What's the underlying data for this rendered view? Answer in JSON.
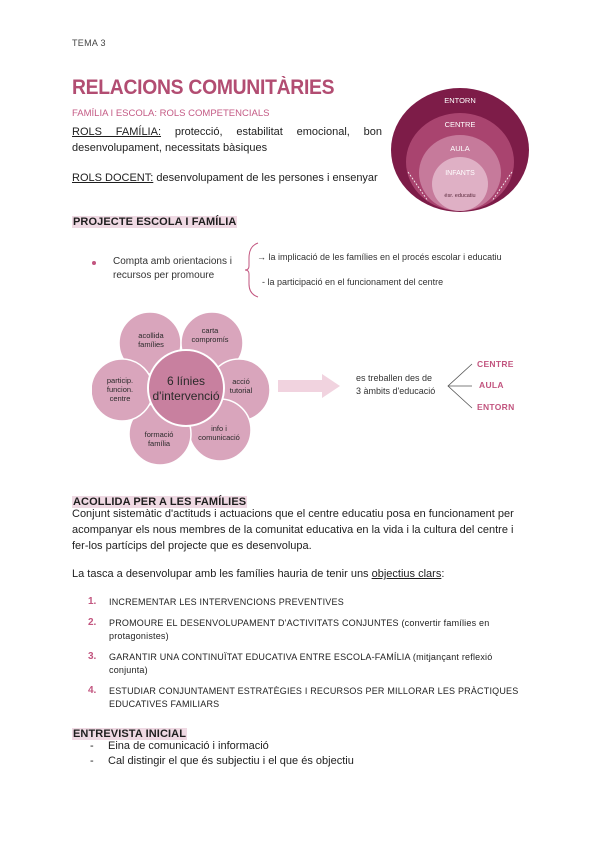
{
  "header": {
    "tema": "TEMA 3"
  },
  "title": "RELACIONS COMUNITÀRIES",
  "subtitle": "FAMÍLIA I ESCOLA: ROLS COMPETENCIALS",
  "rols_familia": {
    "label": "ROLS FAMÍLIA:",
    "text": " protecció, estabilitat emocional, bon desenvolupament, necessitats bàsiques"
  },
  "rols_docent": {
    "label": "ROLS DOCENT:",
    "text": " desenvolupament de les persones i ensenyar"
  },
  "circles": {
    "entorn": "ENTORN",
    "centre": "CENTRE",
    "aula": "AULA",
    "infants": "INFANTS",
    "bottom": "ésr. educatiu"
  },
  "projecte": {
    "heading": "PROJECTE ESCOLA I FAMÍLIA",
    "bullet": "Compta amb orientacions i recursos per promoure",
    "branch1": "→ la implicació de les famílies en el procés escolar i educatiu",
    "branch2": "- la participació en el funcionament del centre"
  },
  "flower": {
    "center_line1": "6 línies",
    "center_line2": "d'intervenció",
    "petals": {
      "acollida": "acollida\nfamílies",
      "carta": "carta\ncompromís",
      "accio": "acció\ntutorial",
      "info": "info i\ncomunicació",
      "formacio": "formació\nfamília",
      "particip": "particip.\nfuncion.\ncentre"
    },
    "treballen": "es treballen des de\n3 àmbits d'educació",
    "ambits": [
      "CENTRE",
      "AULA",
      "ENTORN"
    ]
  },
  "acollida": {
    "heading": "ACOLLIDA PER A LES FAMÍLIES",
    "paragraph": "Conjunt sistemàtic d'actituds i actuacions que el centre educatiu posa en funcionament per acompanyar els nous membres de la comunitat educativa en la vida i la cultura del centre i fer-los partícips del projecte que es desenvolupa.",
    "intro_before": "La tasca a desenvolupar amb les famílies hauria de tenir uns ",
    "intro_underline": "objectius clars",
    "intro_after": ":",
    "objectives": [
      {
        "num": "1.",
        "main": "INCREMENTAR LES INTERVENCIONS PREVENTIVES",
        "extra": ""
      },
      {
        "num": "2.",
        "main": "PROMOURE EL DESENVOLUPAMENT D'ACTIVITATS CONJUNTES",
        "extra": " (convertir famílies en protagonistes)"
      },
      {
        "num": "3.",
        "main": "GARANTIR UNA CONTINUÏTAT EDUCATIVA ENTRE ESCOLA-FAMÍLIA",
        "extra": " (mitjançant reflexió conjunta)"
      },
      {
        "num": "4.",
        "main": "ESTUDIAR CONJUNTAMENT ESTRATÈGIES I RECURSOS PER MILLORAR LES PRÀCTIQUES EDUCATIVES FAMILIARS",
        "extra": ""
      }
    ]
  },
  "entrevista": {
    "heading": "ENTREVISTA INICIAL",
    "items": [
      "Eina de comunicació i informació",
      "Cal distingir el que és subjectiu i el que és objectiu"
    ]
  },
  "colors": {
    "accent": "#b24d72",
    "dark": "#7a1f47",
    "highlight": "#efd9e3"
  }
}
